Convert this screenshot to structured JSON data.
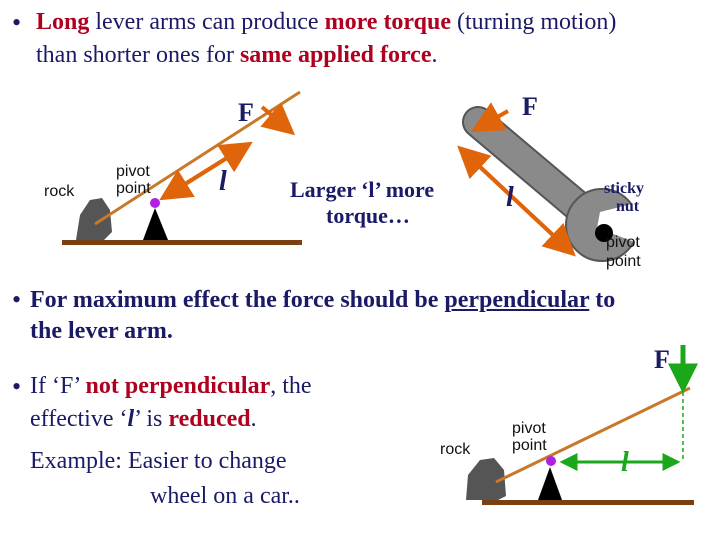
{
  "bullet1": {
    "b": "•",
    "w1": "Long",
    "w2": " lever arms can produce ",
    "w3": "more torque",
    "w4": " (turning motion)",
    "l2a": "than shorter ones for ",
    "l2b": "same applied force",
    "l2c": "."
  },
  "diagram1": {
    "f_label": "F",
    "rock": "rock",
    "pivot1": "pivot",
    "pivot2": "point",
    "arm": "l"
  },
  "diagram2": {
    "f_label": "F",
    "caption1": "Larger ‘l’ more",
    "caption2": "torque…",
    "arm": "l",
    "nut1": "sticky",
    "nut2": "nut",
    "pivot1": "pivot",
    "pivot2": "point"
  },
  "bullet2": {
    "b": "•",
    "l1a": "For maximum effect the force should be ",
    "l1b": "perpendicular",
    "l1c": " to",
    "l2": "the lever arm."
  },
  "bullet3": {
    "b": "•",
    "l1a": "If ‘F’ ",
    "l1b": "not perpendicular",
    "l1c": ", the",
    "l2a": "effective ‘",
    "l2b": "l",
    "l2c": "’ is ",
    "l2d": "reduced",
    "l2e": ".",
    "ex1": "Example:  Easier to change",
    "ex2": "wheel on a car.."
  },
  "diagram3": {
    "f_label": "F",
    "rock": "rock",
    "pivot1": "pivot",
    "pivot2": "point",
    "arm": "l"
  },
  "colors": {
    "navy": "#1a1a66",
    "red": "#b00020",
    "orange": "#e0640a",
    "green": "#1aa81a",
    "lever": "#c87828",
    "ground": "#7a3f12",
    "wrench": "#8a8a8a",
    "pivot_dot": "#b020e0"
  }
}
